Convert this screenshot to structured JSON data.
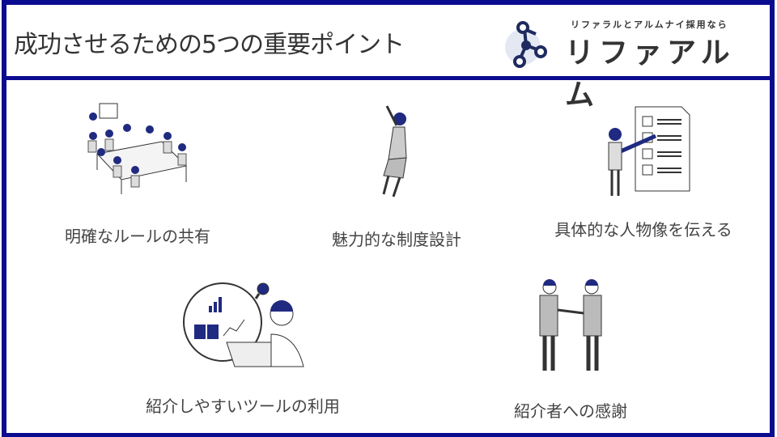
{
  "header": {
    "title": "成功させるための5つの重要ポイント"
  },
  "logo": {
    "tagline": "リファラルとアルムナイ採用なら",
    "name": "リファアルム"
  },
  "points": [
    {
      "label": "明確なルールの共有",
      "icon": "meeting-illustration"
    },
    {
      "label": "魅力的な制度設計",
      "icon": "cheering-person-illustration"
    },
    {
      "label": "具体的な人物像を伝える",
      "icon": "checklist-illustration"
    },
    {
      "label": "紹介しやすいツールの利用",
      "icon": "laptop-analytics-illustration"
    },
    {
      "label": "紹介者への感謝",
      "icon": "handshake-illustration"
    }
  ],
  "colors": {
    "border": "#0b0b8f",
    "accent": "#1f2a80",
    "text": "#333333"
  }
}
